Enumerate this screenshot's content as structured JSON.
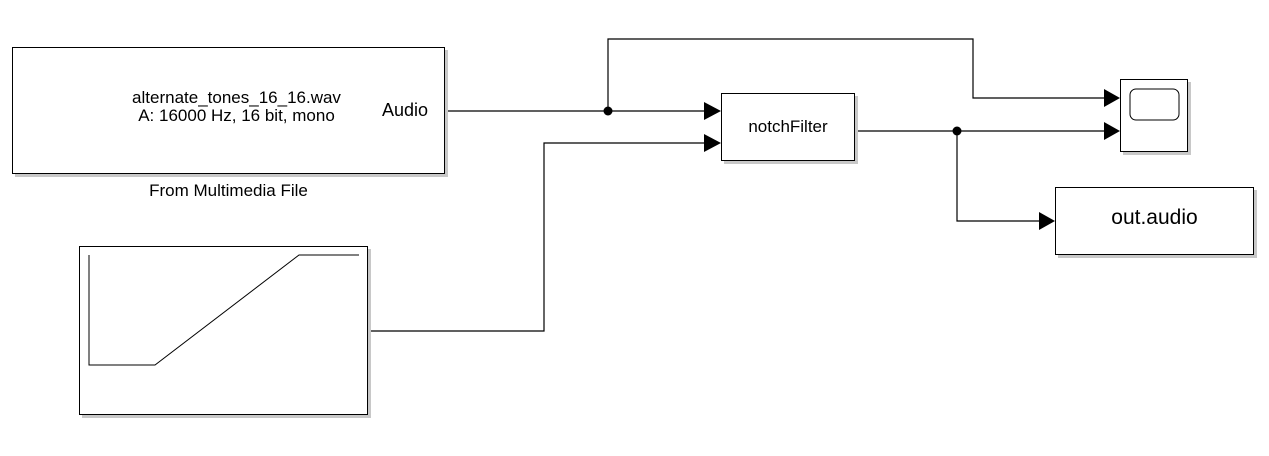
{
  "blocks": {
    "multimedia": {
      "filename": "alternate_tones_16_16.wav",
      "info": "A: 16000 Hz, 16 bit, mono",
      "port_label": "Audio",
      "caption": "From Multimedia File"
    },
    "notch_filter": {
      "label": "notchFilter"
    },
    "output": {
      "label": "out.audio"
    },
    "ramp": {
      "icon": "ramp-waveform-icon"
    },
    "scope": {
      "icon": "scope-screen-icon"
    }
  },
  "colors": {
    "line": "#000000",
    "shadow": "#c8c8c8",
    "background": "#ffffff"
  }
}
